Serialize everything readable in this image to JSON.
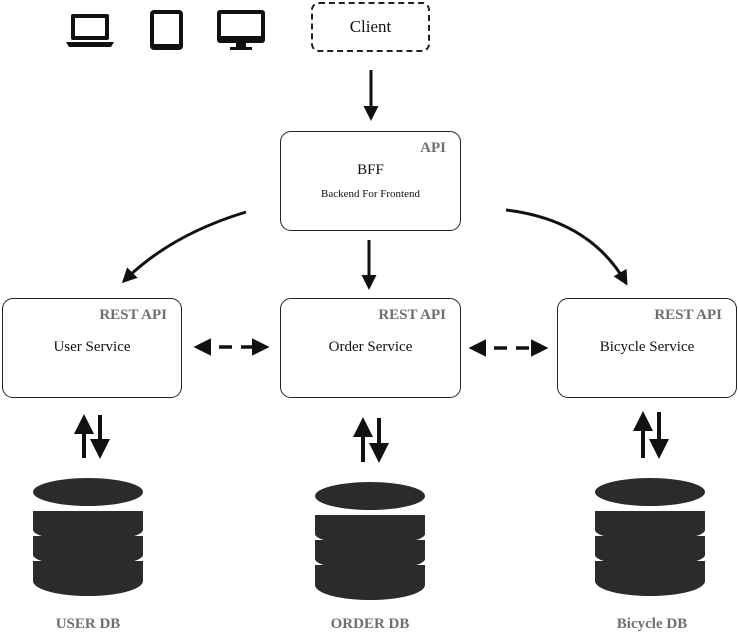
{
  "client": {
    "label": "Client"
  },
  "devices": [
    "laptop-icon",
    "tablet-icon",
    "monitor-icon"
  ],
  "bff": {
    "tag": "API",
    "title": "BFF",
    "subtitle": "Backend For Frontend"
  },
  "services": [
    {
      "tag": "REST API",
      "label": "User Service"
    },
    {
      "tag": "REST API",
      "label": "Order Service"
    },
    {
      "tag": "REST API",
      "label": "Bicycle Service"
    }
  ],
  "databases": [
    {
      "label": "USER DB"
    },
    {
      "label": "ORDER DB"
    },
    {
      "label": "Bicycle DB"
    }
  ],
  "colors": {
    "stroke": "#111111",
    "tag": "#6e6e75",
    "db": "#2b2b2b"
  }
}
